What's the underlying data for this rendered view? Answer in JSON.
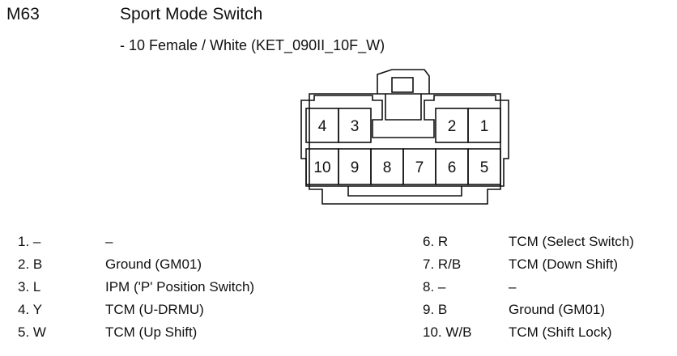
{
  "header": {
    "code": "M63",
    "title": "Sport Mode Switch",
    "subtitle": "- 10 Female / White (KET_090II_10F_W)"
  },
  "connector": {
    "top_row": [
      "4",
      "3",
      "2",
      "1"
    ],
    "bottom_row": [
      "10",
      "9",
      "8",
      "7",
      "6",
      "5"
    ]
  },
  "pins_left": [
    {
      "num": "1. –",
      "desc": "–"
    },
    {
      "num": "2. B",
      "desc": "Ground (GM01)"
    },
    {
      "num": "3. L",
      "desc": "IPM ('P' Position Switch)"
    },
    {
      "num": "4. Y",
      "desc": "TCM (U-DRMU)"
    },
    {
      "num": "5. W",
      "desc": "TCM (Up Shift)"
    }
  ],
  "pins_right": [
    {
      "num": "6. R",
      "desc": "TCM (Select Switch)"
    },
    {
      "num": "7. R/B",
      "desc": "TCM (Down Shift)"
    },
    {
      "num": "8. –",
      "desc": "–"
    },
    {
      "num": "9. B",
      "desc": "Ground (GM01)"
    },
    {
      "num": "10. W/B",
      "desc": "TCM (Shift Lock)"
    }
  ]
}
